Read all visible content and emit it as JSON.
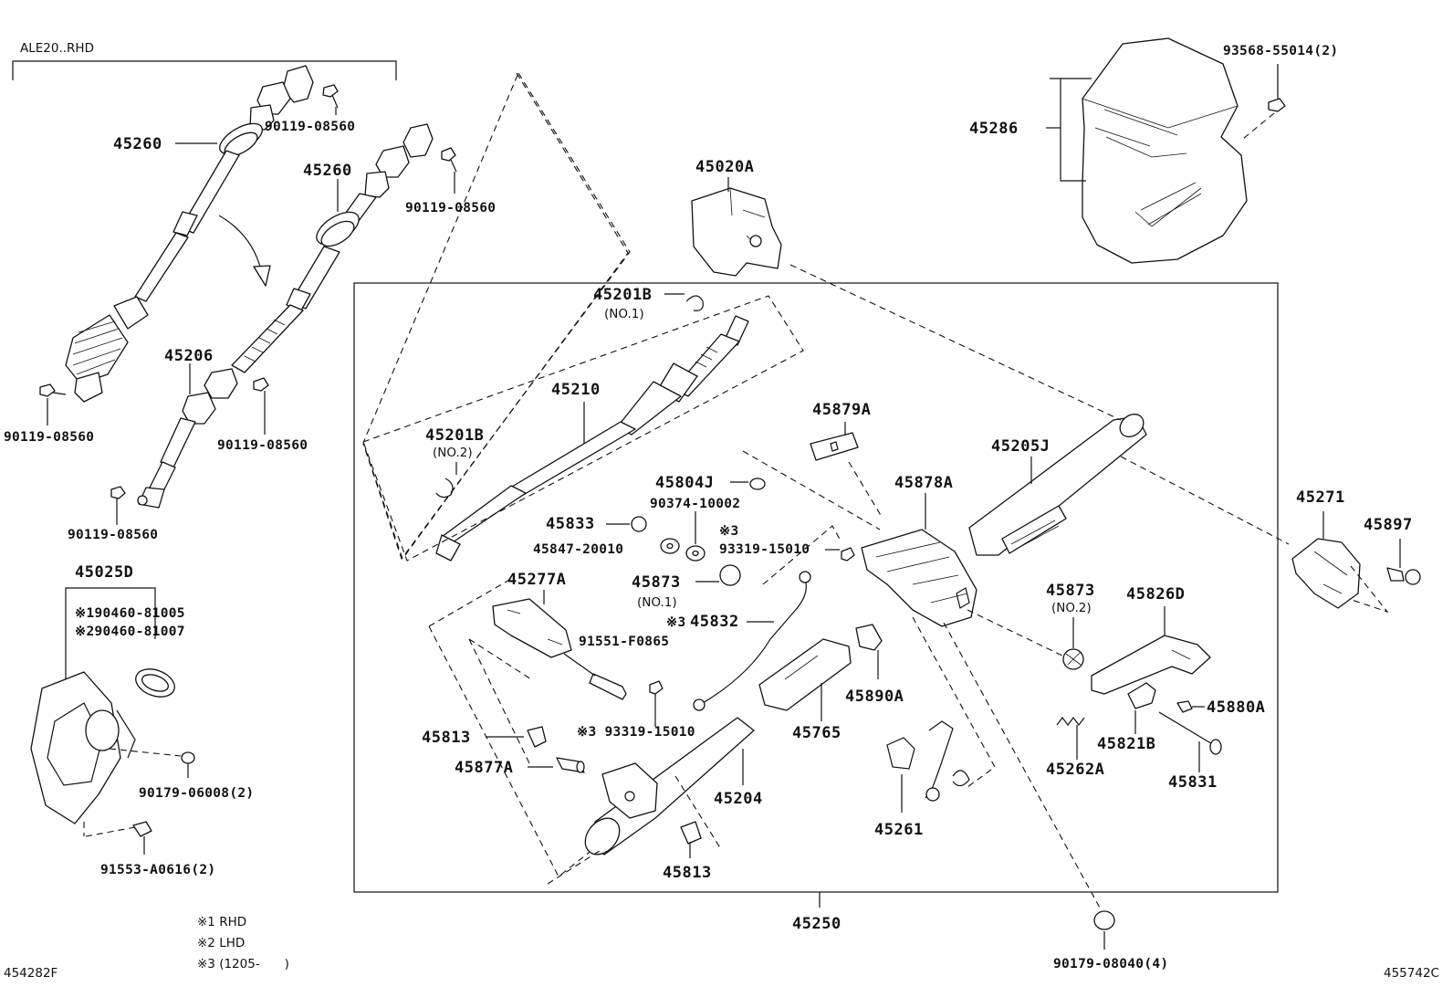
{
  "header": {
    "model_label": "ALE20..RHD"
  },
  "labels": {
    "p45260_top": "45260",
    "p45260_mid": "45260",
    "p90119_a": "90119-08560",
    "p90119_b": "90119-08560",
    "p90119_c": "90119-08560",
    "p90119_d": "90119-08560",
    "p90119_e": "90119-08560",
    "p45206": "45206",
    "p45020A": "45020A",
    "p93568": "93568-55014(2)",
    "p45286": "45286",
    "p45201B_1": "45201B",
    "p45201B_1_sub": "(NO.1)",
    "p45210": "45210",
    "p45201B_2": "45201B",
    "p45201B_2_sub": "(NO.2)",
    "p45879A": "45879A",
    "p45205J": "45205J",
    "p45804J": "45804J",
    "p90374": "90374-10002",
    "p45878A": "45878A",
    "p45833": "45833",
    "p45847": "45847-20010",
    "p93319_top_mark": "※3",
    "p93319_top": "93319-15010",
    "p45873_1": "45873",
    "p45873_1_sub": "(NO.1)",
    "p45832_mark": "※3",
    "p45832": "45832",
    "p45277A": "45277A",
    "p91551": "91551-F0865",
    "p45025D": "45025D",
    "p90460_1": "※190460-81005",
    "p90460_2": "※290460-81007",
    "p45890A": "45890A",
    "p45873_2": "45873",
    "p45873_2_sub": "(NO.2)",
    "p45826D": "45826D",
    "p45271": "45271",
    "p45897": "45897",
    "p45880A": "45880A",
    "p45813_a": "45813",
    "p93319_bot": "※3 93319-15010",
    "p45765": "45765",
    "p45877A": "45877A",
    "p45204": "45204",
    "p45261": "45261",
    "p45821B": "45821B",
    "p45262A": "45262A",
    "p45831": "45831",
    "p90179_a": "90179-06008(2)",
    "p91553": "91553-A0616(2)",
    "p45813_b": "45813",
    "p45250": "45250",
    "p90179_b": "90179-08040(4)"
  },
  "legend": {
    "note1": "※1 RHD",
    "note2": "※2 LHD",
    "note3": "※3 (1205-　　)"
  },
  "footer": {
    "left_code": "454282F",
    "right_code": "455742C"
  },
  "icons": {
    "arrow": "curved-arrow-icon"
  }
}
